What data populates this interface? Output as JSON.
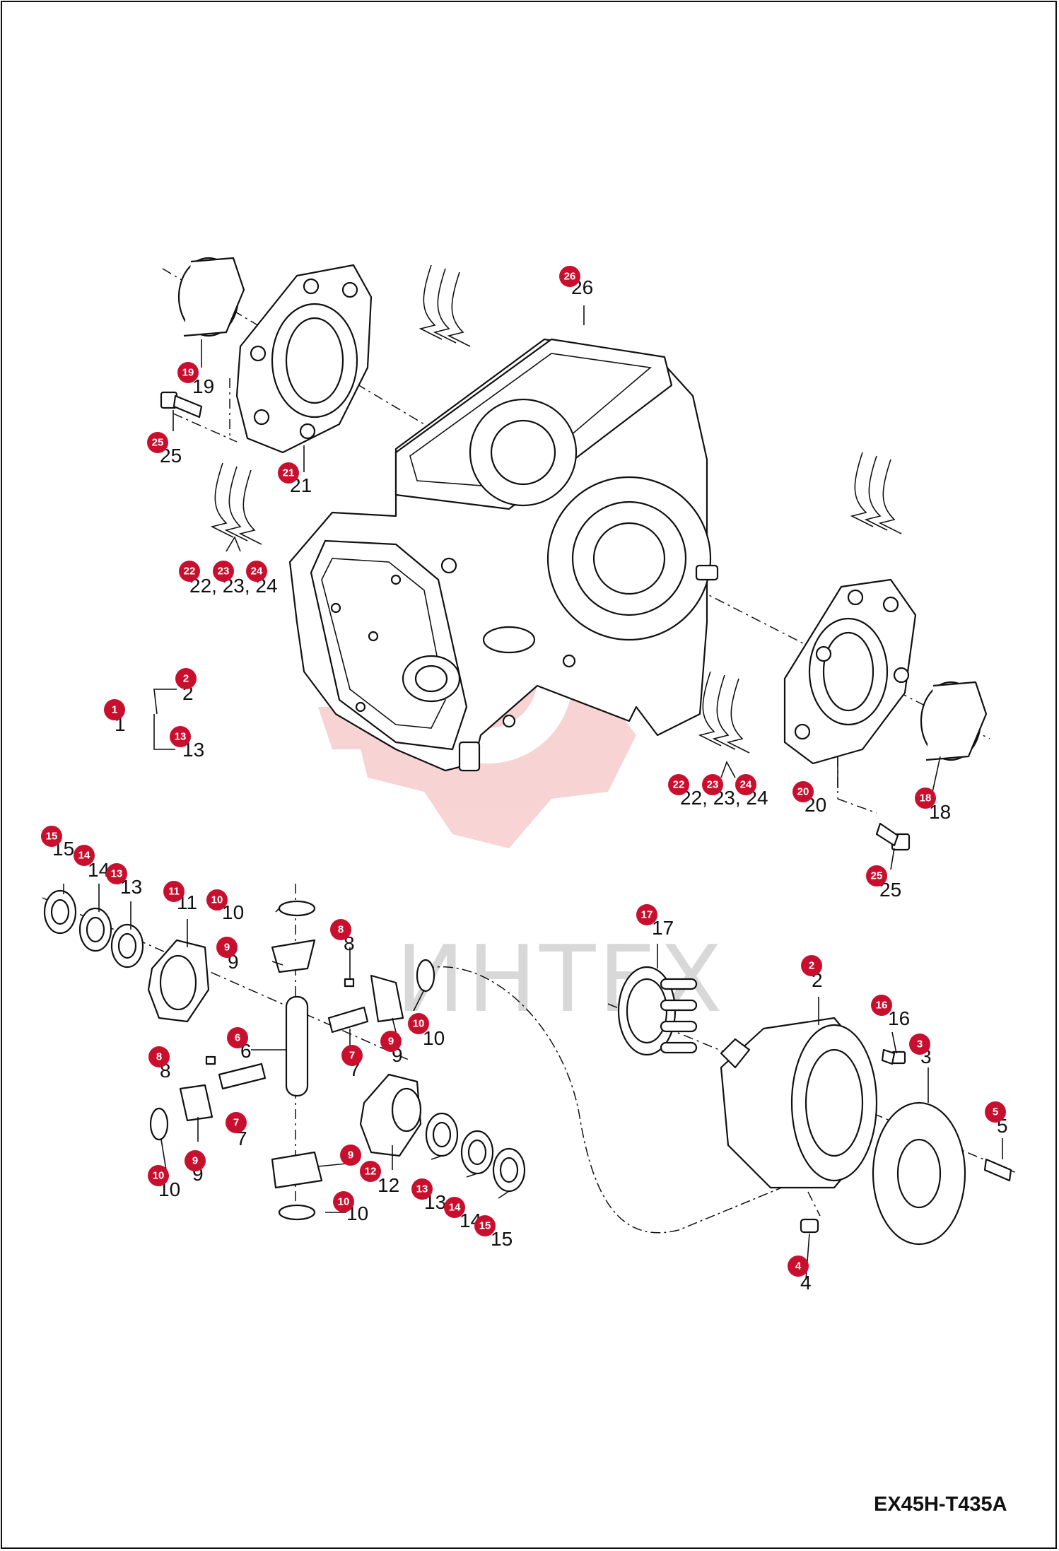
{
  "drawing_code": "EX45H-T435A",
  "watermark": "ИНТЕХ",
  "colors": {
    "marker": "#c8102e",
    "watermark_red": "#f2b0b0",
    "watermark_text": "#d8d8d8",
    "line": "#111111"
  },
  "callouts": [
    {
      "id": "c26",
      "number": "26",
      "label": "26"
    },
    {
      "id": "c19",
      "number": "19",
      "label": "19"
    },
    {
      "id": "c25a",
      "number": "25",
      "label": "25"
    },
    {
      "id": "c21",
      "number": "21",
      "label": "21"
    },
    {
      "id": "c22a",
      "number": "22",
      "label": ""
    },
    {
      "id": "c23a",
      "number": "23",
      "label": "22, 23, 24"
    },
    {
      "id": "c24a",
      "number": "24",
      "label": ""
    },
    {
      "id": "c2a",
      "number": "2",
      "label": "2"
    },
    {
      "id": "c1",
      "number": "1",
      "label": "1"
    },
    {
      "id": "c13a",
      "number": "13",
      "label": "13"
    },
    {
      "id": "c22b",
      "number": "22",
      "label": ""
    },
    {
      "id": "c23b",
      "number": "23",
      "label": "22, 23, 24"
    },
    {
      "id": "c24b",
      "number": "24",
      "label": ""
    },
    {
      "id": "c20",
      "number": "20",
      "label": "20"
    },
    {
      "id": "c18",
      "number": "18",
      "label": "18"
    },
    {
      "id": "c25b",
      "number": "25",
      "label": "25"
    },
    {
      "id": "c15a",
      "number": "15",
      "label": "15"
    },
    {
      "id": "c14a",
      "number": "14",
      "label": "14"
    },
    {
      "id": "c13b",
      "number": "13",
      "label": "13"
    },
    {
      "id": "c11",
      "number": "11",
      "label": "11"
    },
    {
      "id": "c10a",
      "number": "10",
      "label": "10"
    },
    {
      "id": "c9a",
      "number": "9",
      "label": "9"
    },
    {
      "id": "c8a",
      "number": "8",
      "label": "8"
    },
    {
      "id": "c6",
      "number": "6",
      "label": "6"
    },
    {
      "id": "c7a",
      "number": "7",
      "label": "7"
    },
    {
      "id": "c9b",
      "number": "9",
      "label": "9"
    },
    {
      "id": "c10b",
      "number": "10",
      "label": "10"
    },
    {
      "id": "c8b",
      "number": "8",
      "label": "8"
    },
    {
      "id": "c7b",
      "number": "7",
      "label": "7"
    },
    {
      "id": "c9c",
      "number": "9",
      "label": "9"
    },
    {
      "id": "c10c",
      "number": "10",
      "label": "10"
    },
    {
      "id": "c9d",
      "number": "9",
      "label": ""
    },
    {
      "id": "c12",
      "number": "12",
      "label": "12"
    },
    {
      "id": "c10d",
      "number": "10",
      "label": "10"
    },
    {
      "id": "c13c",
      "number": "13",
      "label": "13"
    },
    {
      "id": "c14b",
      "number": "14",
      "label": "14"
    },
    {
      "id": "c15b",
      "number": "15",
      "label": "15"
    },
    {
      "id": "c17",
      "number": "17",
      "label": "17"
    },
    {
      "id": "c2b",
      "number": "2",
      "label": "2"
    },
    {
      "id": "c16",
      "number": "16",
      "label": "16"
    },
    {
      "id": "c3",
      "number": "3",
      "label": "3"
    },
    {
      "id": "c5",
      "number": "5",
      "label": "5"
    },
    {
      "id": "c4",
      "number": "4",
      "label": "4"
    }
  ]
}
